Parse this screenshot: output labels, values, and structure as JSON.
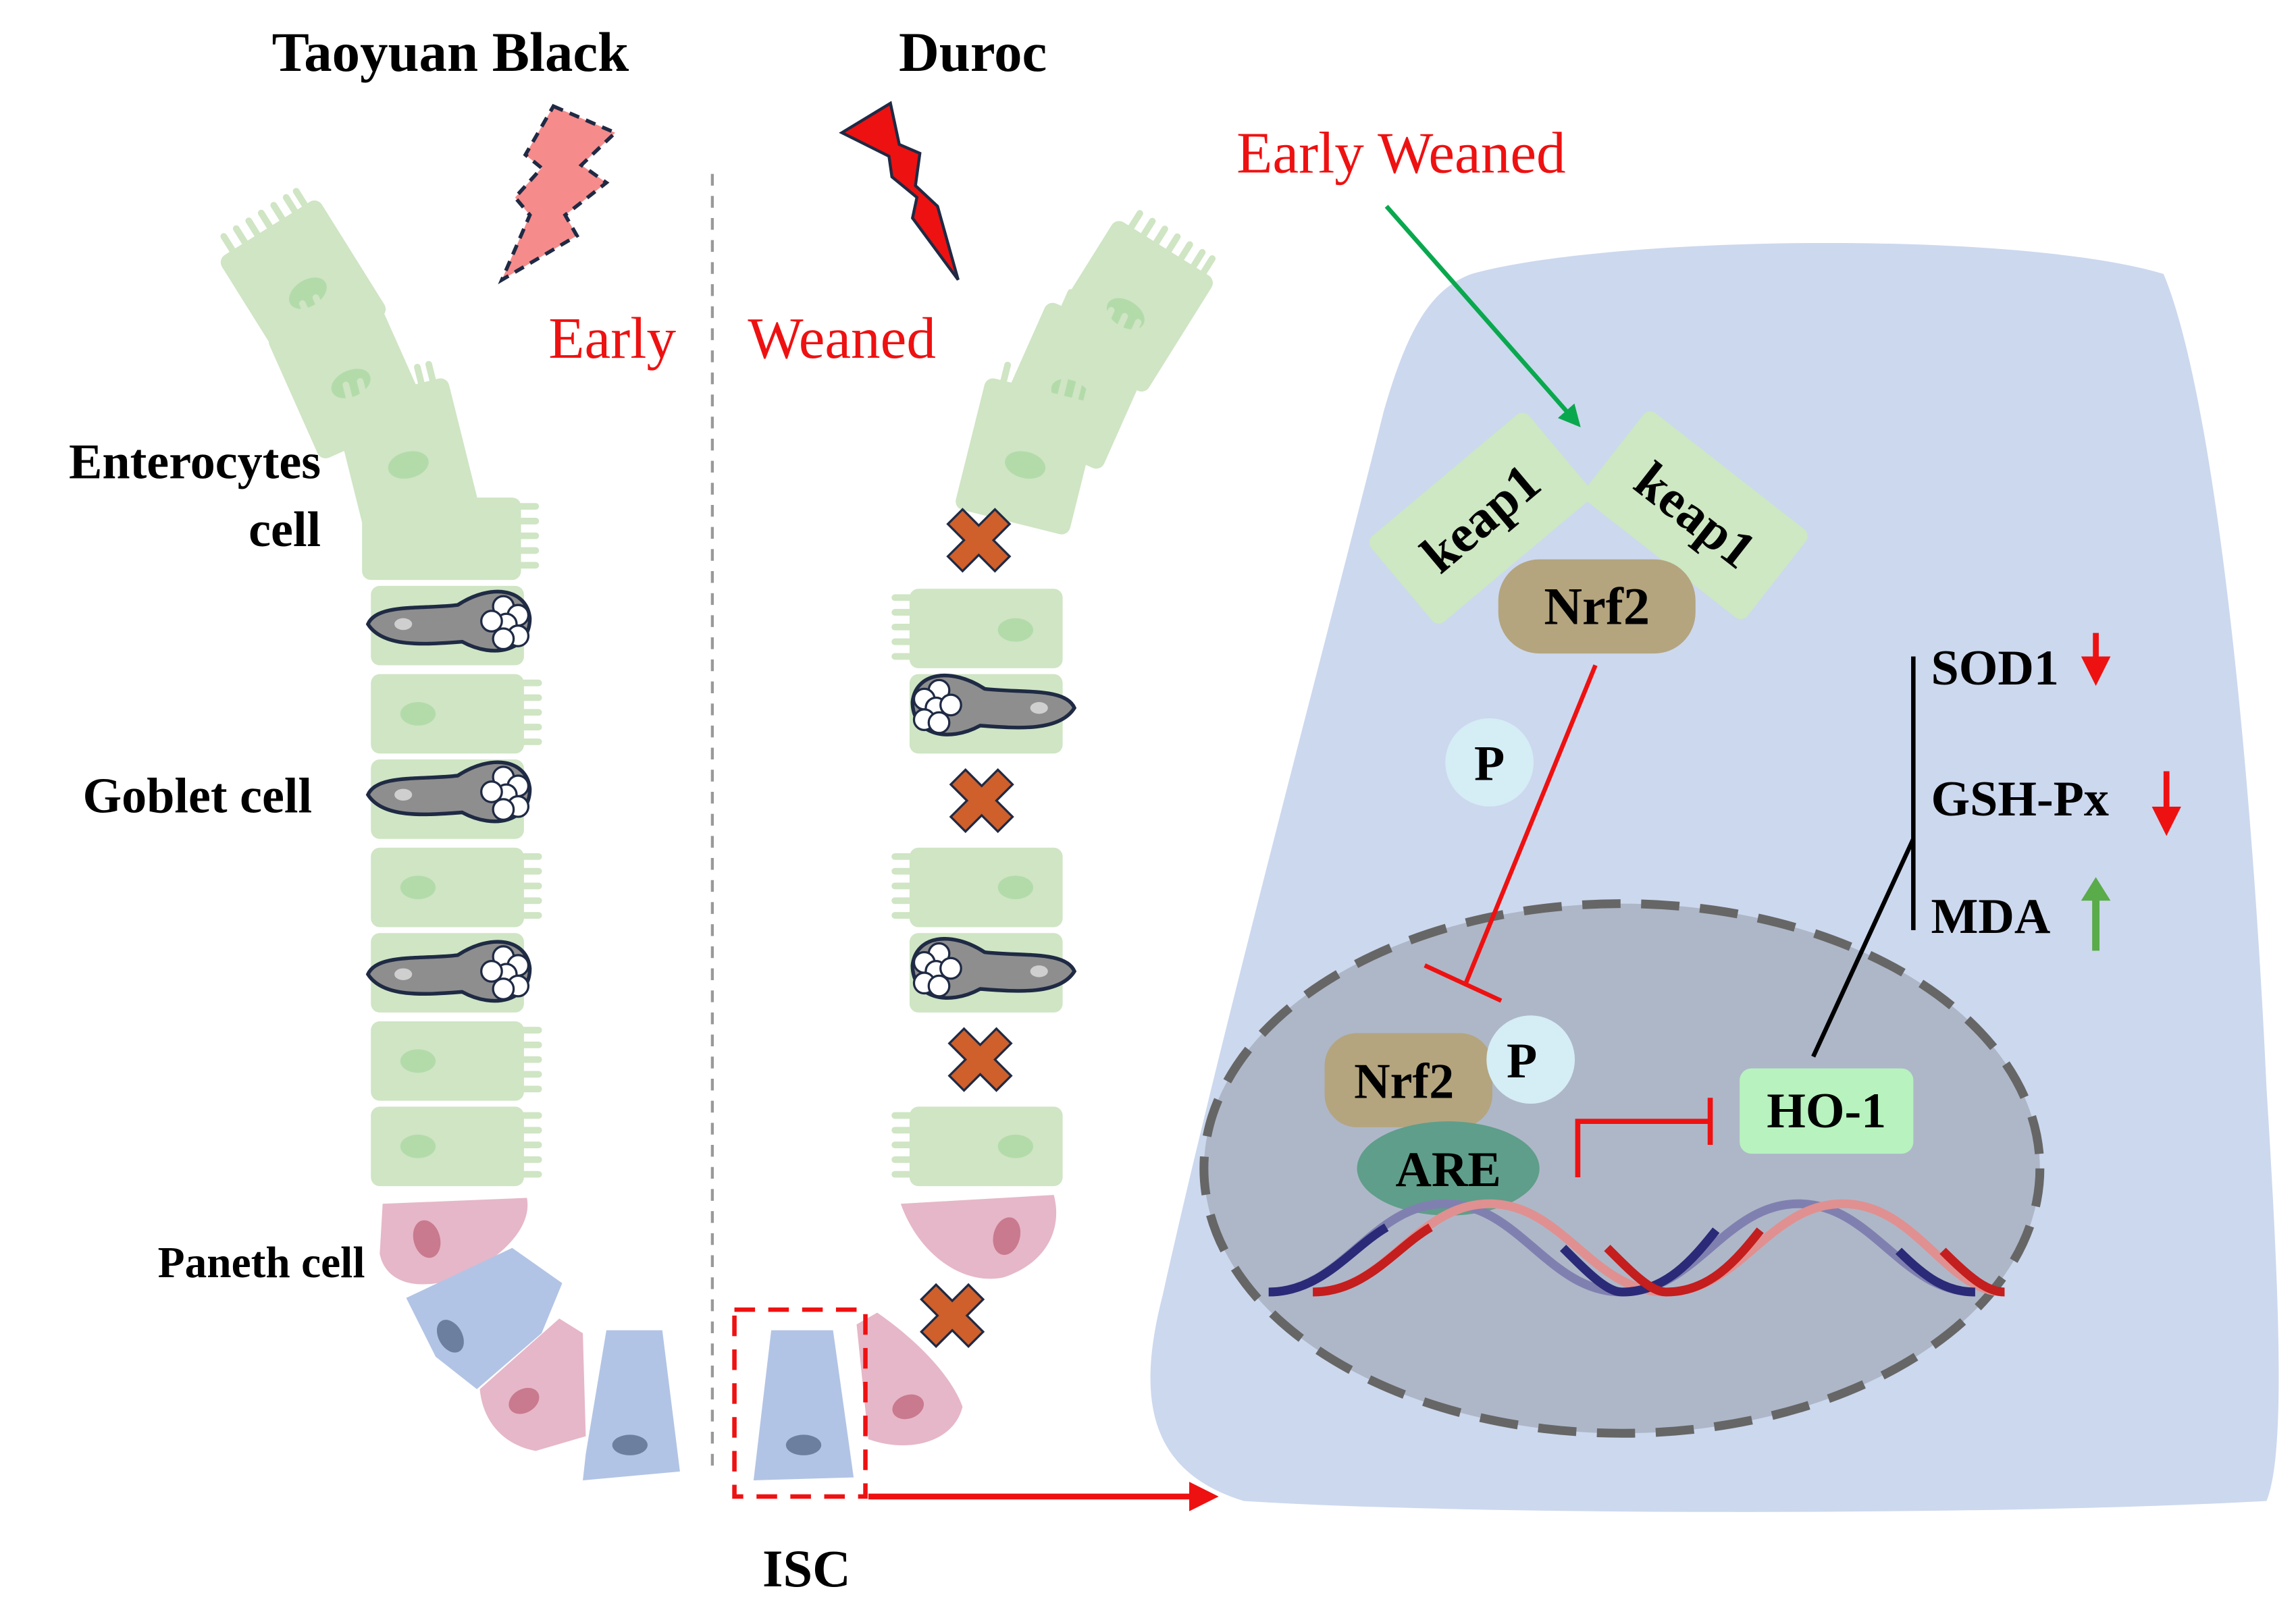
{
  "labels": {
    "left_breed": "Taoyuan Black",
    "right_breed": "Duroc",
    "early": "Early",
    "weaned": "Weaned",
    "early_weaned": "Early Weaned",
    "enterocytes_line1": "Enterocytes",
    "enterocytes_line2": "cell",
    "goblet": "Goblet cell",
    "paneth": "Paneth cell",
    "isc": "ISC",
    "keap1_left": "keap1",
    "keap1_right": "keap1",
    "nrf2_cytoplasm": "Nrf2",
    "nrf2_nucleus": "Nrf2",
    "p_cytoplasm": "P",
    "p_nucleus": "P",
    "are": "ARE",
    "ho1": "HO-1",
    "sod1": "SOD1",
    "gshpx": "GSH-Px",
    "mda": "MDA"
  },
  "colors": {
    "red": "#ee1111",
    "green_arrow": "#0aa84e",
    "enterocyte_fill": "#cfe5c4",
    "enterocyte_nucleus": "#b3dbaa",
    "goblet_fill": "#8e8e8e",
    "goblet_outline": "#1f2a44",
    "paneth_fill": "#e6b7c8",
    "paneth_nucleus": "#c97a8f",
    "isc_fill": "#b2c4e5",
    "isc_nucleus": "#6c7f9e",
    "cross_fill": "#cf5f2b",
    "cell_body": "#ccd8ee",
    "nucleus_fill": "#aeb7c8",
    "nrf2_fill": "#b4a57f",
    "are_fill": "#5f9e8a",
    "ho1_fill": "#b8f2bf",
    "p_fill": "#d5edf5",
    "keap1_fill": "#cde8c3",
    "dna_dark": "#2a2a78",
    "dna_red": "#c41e1e",
    "bolt_left": "#f58b8b",
    "bolt_right": "#ee1111",
    "up_arrow": "#5aab4a",
    "down_arrow": "#ee1111"
  },
  "icons": {
    "bolt": "lightning-bolt-icon",
    "cross": "cross-mark-icon",
    "up": "up-arrow-icon",
    "down": "down-arrow-icon"
  }
}
